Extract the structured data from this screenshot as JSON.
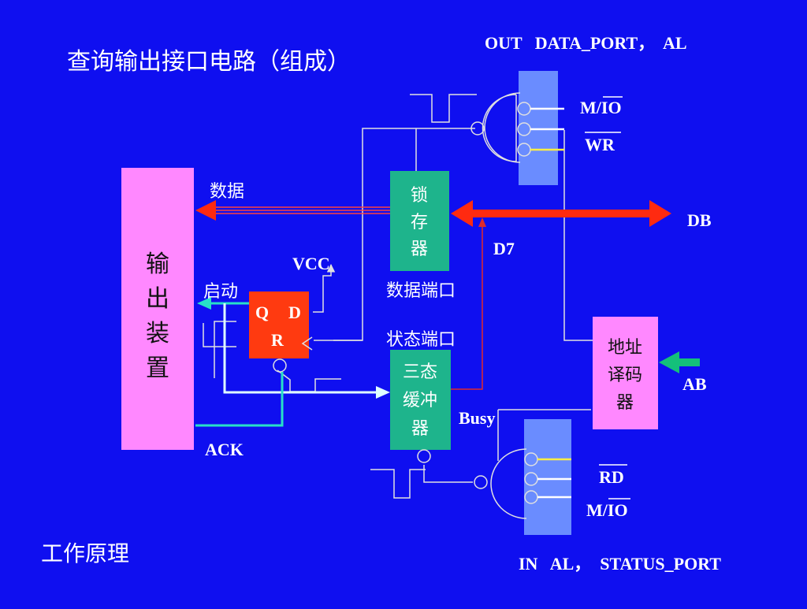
{
  "colors": {
    "background": "#0f0ff0",
    "text": "#ffffff",
    "output_device": "#ff88ff",
    "green_block": "#1eb48c",
    "ff_block": "#ff3a10",
    "decoder_block": "#ff88ff",
    "port_bar": "#6a8cff",
    "bus_arrow": "#ff2a10",
    "ab_arrow": "#14c07a",
    "cyan_line": "#28e0c8",
    "wire": "#e0e0e0",
    "yellow_pin": "#ffee44",
    "busy_wire": "#e02a2a"
  },
  "title": "查询输出接口电路（组成）",
  "footer": "工作原理",
  "instructions": {
    "out": "OUT   DATA_PORT，  AL",
    "in": "IN   AL，  STATUS_PORT"
  },
  "blocks": {
    "output_device": "输出装置",
    "latch": "锁存器",
    "tristate_line1": "三态",
    "tristate_line2": "缓冲",
    "tristate_line3": "器",
    "decoder_line1": "地址",
    "decoder_line2": "译码",
    "decoder_line3": "器",
    "ff_q": "Q",
    "ff_d": "D",
    "ff_r": "R"
  },
  "labels": {
    "data": "数据",
    "start": "启动",
    "vcc": "VCC",
    "data_port": "数据端口",
    "status_port": "状态端口",
    "db": "DB",
    "d7": "D7",
    "ab": "AB",
    "busy": "Busy",
    "ack": "ACK",
    "mio_top": "M/IO",
    "wr": "WR",
    "rd": "RD",
    "mio_bottom": "M/IO"
  }
}
